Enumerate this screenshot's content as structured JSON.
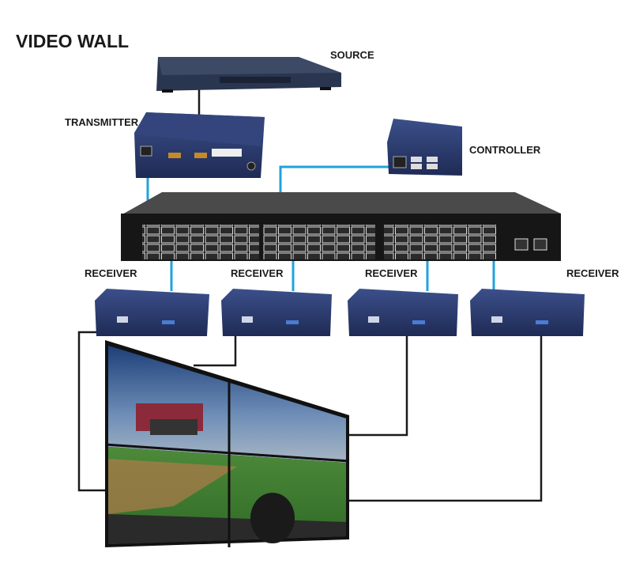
{
  "title": "VIDEO WALL",
  "labels": {
    "source": "SOURCE",
    "transmitter": "TRANSMITTER",
    "controller": "CONTROLLER",
    "receivers": [
      "RECEIVER",
      "RECEIVER",
      "RECEIVER",
      "RECEIVER"
    ]
  },
  "colors": {
    "network_cable": "#1fa3dc",
    "video_cable": "#1a1a1a",
    "device_blue": "#2b3a6b",
    "switch": "#1c1c1c"
  }
}
